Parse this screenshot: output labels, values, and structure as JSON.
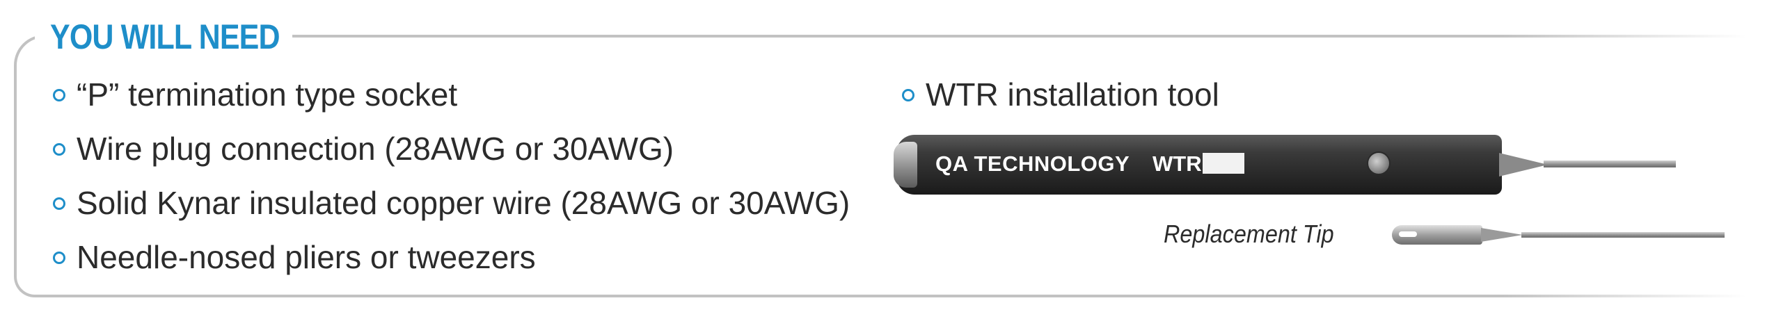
{
  "section": {
    "title": "YOU WILL NEED"
  },
  "items_left": [
    "“P” termination type socket",
    "Wire plug connection (28AWG or 30AWG)",
    "Solid Kynar insulated copper wire (28AWG or 30AWG)",
    "Needle-nosed pliers or tweezers"
  ],
  "items_right": [
    "WTR installation tool"
  ],
  "tool": {
    "brand": "QA TECHNOLOGY",
    "model": "WTR"
  },
  "tip": {
    "caption": "Replacement Tip"
  },
  "colors": {
    "accent": "#1e8ec9",
    "text": "#2b2b2b",
    "frame": "#c2c2c2"
  }
}
